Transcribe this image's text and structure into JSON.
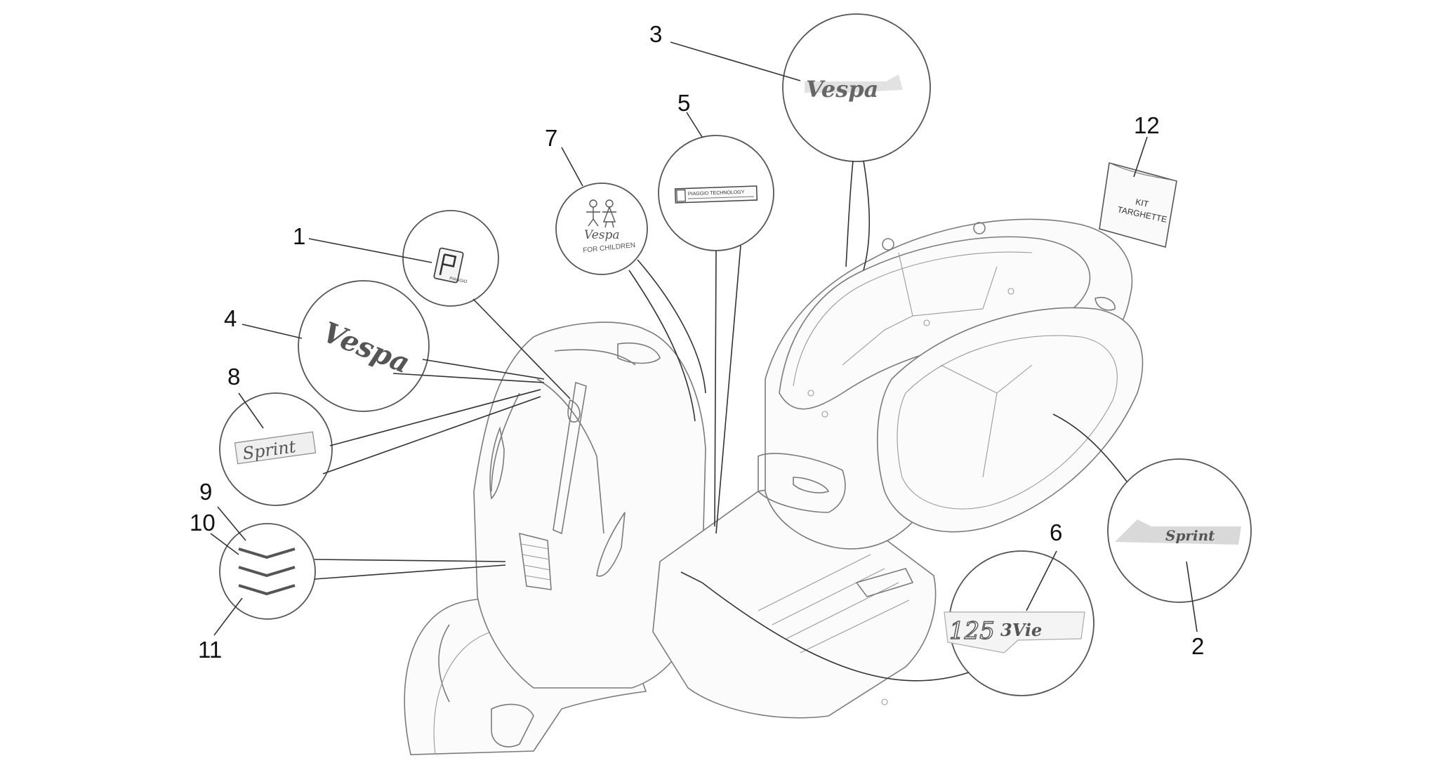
{
  "callouts": [
    {
      "id": "1",
      "label": "1"
    },
    {
      "id": "2",
      "label": "2"
    },
    {
      "id": "3",
      "label": "3"
    },
    {
      "id": "4",
      "label": "4"
    },
    {
      "id": "5",
      "label": "5"
    },
    {
      "id": "6",
      "label": "6"
    },
    {
      "id": "7",
      "label": "7"
    },
    {
      "id": "8",
      "label": "8"
    },
    {
      "id": "9",
      "label": "9"
    },
    {
      "id": "10",
      "label": "10"
    },
    {
      "id": "11",
      "label": "11"
    },
    {
      "id": "12",
      "label": "12"
    }
  ],
  "details": {
    "d1_badge_text": "PIAGGIO",
    "d2_sprint": "Sprint",
    "d3_vespa": "Vespa",
    "d4_vespa": "Vespa",
    "d5_plate": "PIAGGIO TECHNOLOGY",
    "d6_model": "125",
    "d6_suffix": "3Vie",
    "d7_vespa": "Vespa",
    "d7_children": "FOR CHILDREN",
    "d8_sprint": "Sprint",
    "d12_line1": "KIT",
    "d12_line2": "TARGHETTE"
  },
  "colors": {
    "line": "#7b7b7b",
    "leader": "#333333",
    "text": "#111111"
  }
}
